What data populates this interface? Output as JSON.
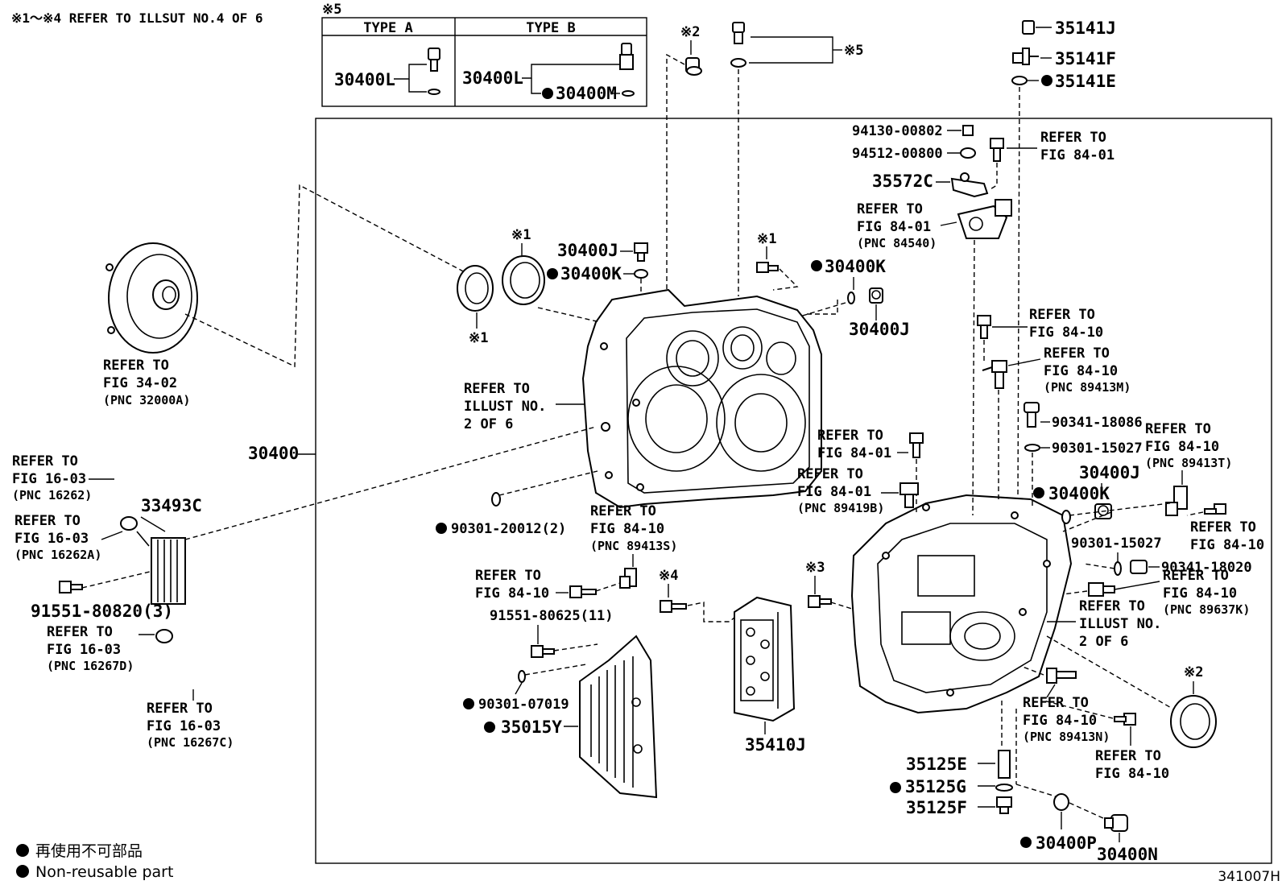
{
  "header_note": "※1～※4 REFER TO ILLSUT NO.4 OF 6",
  "type_box": {
    "mark": "※5",
    "type_a": "TYPE A",
    "type_b": "TYPE B",
    "a_part": "30400L",
    "b_part": "30400L",
    "b_part2": "30400M"
  },
  "callouts": {
    "p30400": "30400",
    "p30400J_a": "30400J",
    "p30400K_a": "30400K",
    "p30400K_b": "30400K",
    "p30400J_b": "30400J",
    "p30400J_c": "30400J",
    "p30400K_c": "30400K",
    "p35141J": "35141J",
    "p35141F": "35141F",
    "p35141E": "35141E",
    "p94130": "94130-00802",
    "p94512": "94512-00800",
    "p35572C": "35572C",
    "p33493C": "33493C",
    "p91551_80820": "91551-80820(3)",
    "p90301_20012": "90301-20012(2)",
    "p91551_80625": "91551-80625(11)",
    "p90301_07019": "90301-07019",
    "p35015Y": "35015Y",
    "p35410J": "35410J",
    "p90341_18086": "90341-18086",
    "p90301_15027a": "90301-15027",
    "p90301_15027b": "90301-15027",
    "p90341_18020": "90341-18020",
    "p35125E": "35125E",
    "p35125G": "35125G",
    "p35125F": "35125F",
    "p30400P": "30400P",
    "p30400N": "30400N",
    "m1a": "※1",
    "m1b": "※1",
    "m1c": "※1",
    "m2a": "※2",
    "m2b": "※2",
    "m4": "※4",
    "m3": "※3",
    "m5": "※5"
  },
  "refs": {
    "r_fig3402": [
      "REFER TO",
      "FIG 34-02",
      "(PNC 32000A)"
    ],
    "r_illust2a": [
      "REFER TO",
      "ILLUST NO.",
      "2 OF 6"
    ],
    "r_fig1603a": [
      "REFER TO",
      "FIG 16-03",
      "(PNC 16262)"
    ],
    "r_fig1603b": [
      "REFER TO",
      "FIG 16-03",
      "(PNC 16262A)"
    ],
    "r_fig1603c": [
      "REFER TO",
      "FIG 16-03",
      "(PNC 16267D)"
    ],
    "r_fig1603d": [
      "REFER TO",
      "FIG 16-03",
      "(PNC 16267C)"
    ],
    "r_fig8410s": [
      "REFER TO",
      "FIG 84-10",
      "(PNC 89413S)"
    ],
    "r_fig8410a": [
      "REFER TO",
      "FIG 84-10"
    ],
    "r_fig8401top": [
      "REFER TO",
      "FIG 84-01"
    ],
    "r_fig8401pnc": [
      "REFER TO",
      "FIG 84-01",
      "(PNC 84540)"
    ],
    "r_fig8410b": [
      "REFER TO",
      "FIG 84-10"
    ],
    "r_fig8410m": [
      "REFER TO",
      "FIG 84-10",
      "(PNC 89413M)"
    ],
    "r_fig8401c": [
      "REFER TO",
      "FIG 84-01"
    ],
    "r_fig8401b": [
      "REFER TO",
      "FIG 84-01",
      "(PNC 89419B)"
    ],
    "r_fig8410t": [
      "REFER TO",
      "FIG 84-10",
      "(PNC 89413T)"
    ],
    "r_fig8410c": [
      "REFER TO",
      "FIG 84-10"
    ],
    "r_fig8410k": [
      "REFER TO",
      "FIG 84-10",
      "(PNC 89637K)"
    ],
    "r_illust2b": [
      "REFER TO",
      "ILLUST NO.",
      "2 OF 6"
    ],
    "r_fig8410n": [
      "REFER TO",
      "FIG 84-10",
      "(PNC 89413N)"
    ],
    "r_fig8410d": [
      "REFER TO",
      "FIG 84-10"
    ]
  },
  "legend": {
    "jp": "再使用不可部品",
    "en": "Non-reusable part"
  },
  "figure_id": "341007H"
}
